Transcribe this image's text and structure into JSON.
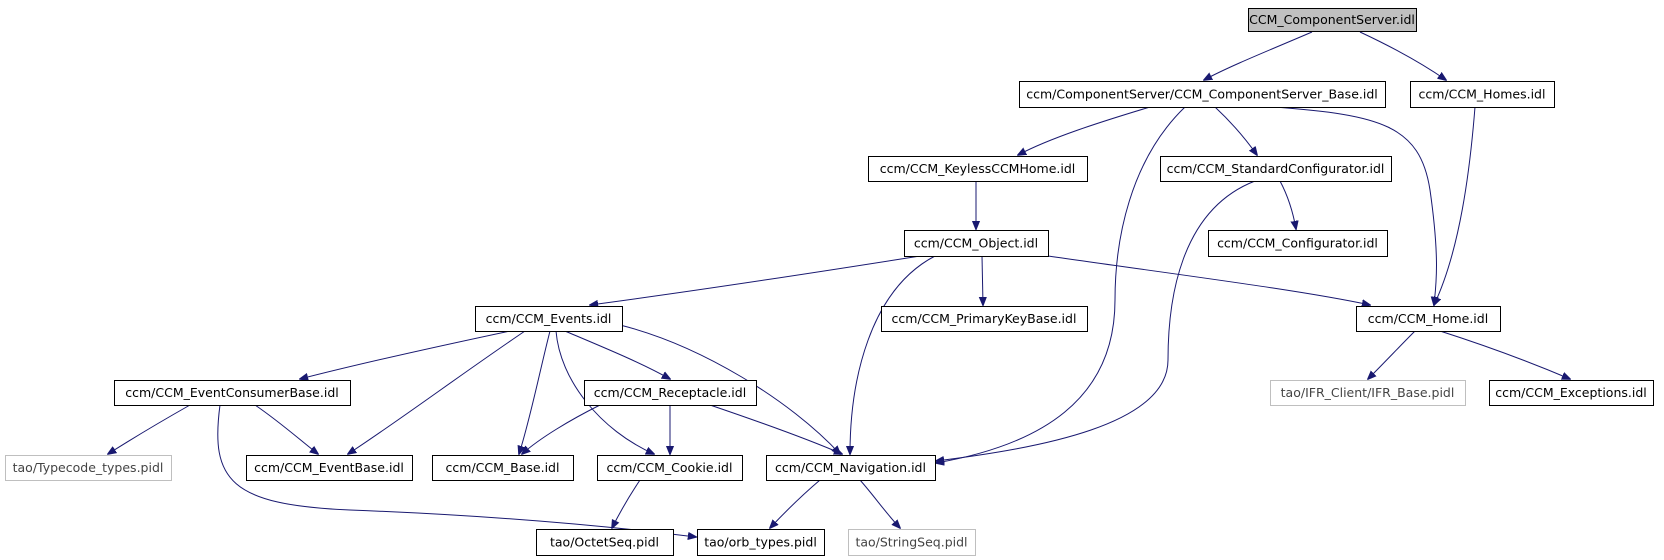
{
  "nodes": [
    {
      "id": "n_root",
      "label": "CCM_ComponentServer.idl",
      "kind": "root"
    },
    {
      "id": "n_csbase",
      "label": "ccm/ComponentServer/CCM_ComponentServer_Base.idl",
      "kind": "normal"
    },
    {
      "id": "n_homes",
      "label": "ccm/CCM_Homes.idl",
      "kind": "normal"
    },
    {
      "id": "n_keyless",
      "label": "ccm/CCM_KeylessCCMHome.idl",
      "kind": "normal"
    },
    {
      "id": "n_stdconf",
      "label": "ccm/CCM_StandardConfigurator.idl",
      "kind": "normal"
    },
    {
      "id": "n_conf",
      "label": "ccm/CCM_Configurator.idl",
      "kind": "normal"
    },
    {
      "id": "n_object",
      "label": "ccm/CCM_Object.idl",
      "kind": "normal"
    },
    {
      "id": "n_events",
      "label": "ccm/CCM_Events.idl",
      "kind": "normal"
    },
    {
      "id": "n_pkb",
      "label": "ccm/CCM_PrimaryKeyBase.idl",
      "kind": "normal"
    },
    {
      "id": "n_home",
      "label": "ccm/CCM_Home.idl",
      "kind": "normal"
    },
    {
      "id": "n_ecb",
      "label": "ccm/CCM_EventConsumerBase.idl",
      "kind": "normal"
    },
    {
      "id": "n_recept",
      "label": "ccm/CCM_Receptacle.idl",
      "kind": "normal"
    },
    {
      "id": "n_ifr",
      "label": "tao/IFR_Client/IFR_Base.pidl",
      "kind": "external"
    },
    {
      "id": "n_exc",
      "label": "ccm/CCM_Exceptions.idl",
      "kind": "normal"
    },
    {
      "id": "n_tct",
      "label": "tao/Typecode_types.pidl",
      "kind": "external"
    },
    {
      "id": "n_evbase",
      "label": "ccm/CCM_EventBase.idl",
      "kind": "normal"
    },
    {
      "id": "n_base",
      "label": "ccm/CCM_Base.idl",
      "kind": "normal"
    },
    {
      "id": "n_cookie",
      "label": "ccm/CCM_Cookie.idl",
      "kind": "normal"
    },
    {
      "id": "n_nav",
      "label": "ccm/CCM_Navigation.idl",
      "kind": "normal"
    },
    {
      "id": "n_oct",
      "label": "tao/OctetSeq.pidl",
      "kind": "normal"
    },
    {
      "id": "n_orb",
      "label": "tao/orb_types.pidl",
      "kind": "normal"
    },
    {
      "id": "n_strseq",
      "label": "tao/StringSeq.pidl",
      "kind": "external"
    }
  ],
  "edges": [
    {
      "from": "n_root",
      "to": "n_csbase"
    },
    {
      "from": "n_root",
      "to": "n_homes"
    },
    {
      "from": "n_csbase",
      "to": "n_keyless"
    },
    {
      "from": "n_csbase",
      "to": "n_stdconf"
    },
    {
      "from": "n_csbase",
      "to": "n_nav"
    },
    {
      "from": "n_csbase",
      "to": "n_home"
    },
    {
      "from": "n_homes",
      "to": "n_home"
    },
    {
      "from": "n_keyless",
      "to": "n_object"
    },
    {
      "from": "n_stdconf",
      "to": "n_conf"
    },
    {
      "from": "n_stdconf",
      "to": "n_nav"
    },
    {
      "from": "n_object",
      "to": "n_events"
    },
    {
      "from": "n_object",
      "to": "n_pkb"
    },
    {
      "from": "n_object",
      "to": "n_home"
    },
    {
      "from": "n_object",
      "to": "n_nav"
    },
    {
      "from": "n_events",
      "to": "n_ecb"
    },
    {
      "from": "n_events",
      "to": "n_evbase"
    },
    {
      "from": "n_events",
      "to": "n_base"
    },
    {
      "from": "n_events",
      "to": "n_cookie"
    },
    {
      "from": "n_events",
      "to": "n_recept"
    },
    {
      "from": "n_events",
      "to": "n_nav"
    },
    {
      "from": "n_home",
      "to": "n_ifr"
    },
    {
      "from": "n_home",
      "to": "n_exc"
    },
    {
      "from": "n_ecb",
      "to": "n_tct"
    },
    {
      "from": "n_ecb",
      "to": "n_evbase"
    },
    {
      "from": "n_ecb",
      "to": "n_orb"
    },
    {
      "from": "n_recept",
      "to": "n_base"
    },
    {
      "from": "n_recept",
      "to": "n_cookie"
    },
    {
      "from": "n_recept",
      "to": "n_nav"
    },
    {
      "from": "n_cookie",
      "to": "n_oct"
    },
    {
      "from": "n_nav",
      "to": "n_orb"
    },
    {
      "from": "n_nav",
      "to": "n_strseq"
    }
  ]
}
